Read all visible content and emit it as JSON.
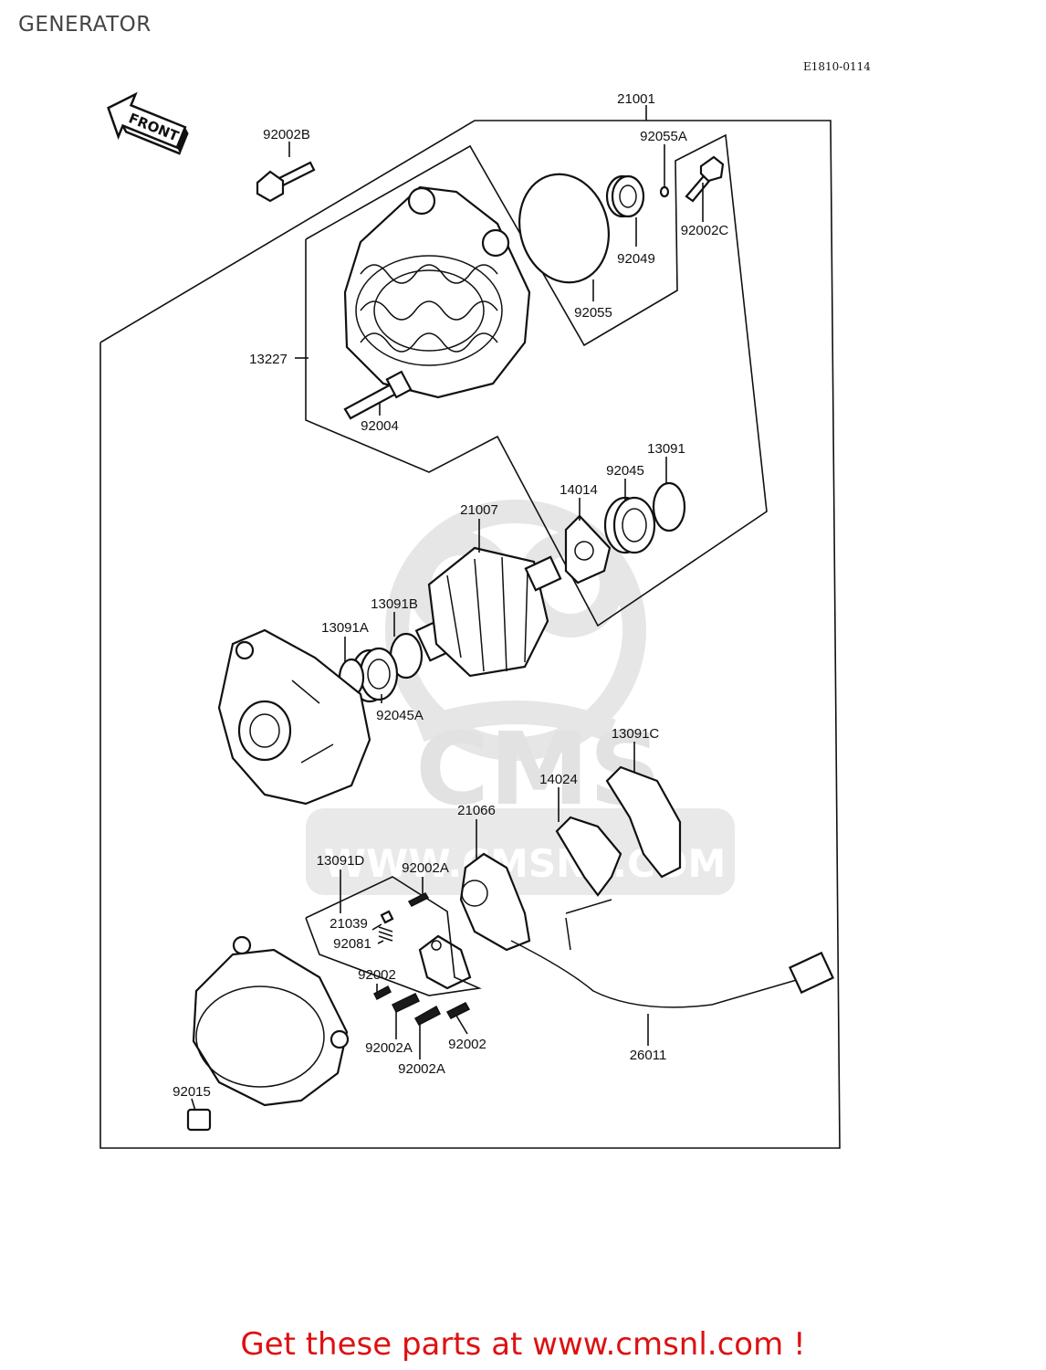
{
  "page": {
    "title": "GENERATOR"
  },
  "diagram": {
    "ref_code": "E1810-0114",
    "front_arrow_label": "FRONT",
    "parts": [
      {
        "id": "21001",
        "label": "21001"
      },
      {
        "id": "92002B",
        "label": "92002B"
      },
      {
        "id": "92055A",
        "label": "92055A"
      },
      {
        "id": "92002C",
        "label": "92002C"
      },
      {
        "id": "92049",
        "label": "92049"
      },
      {
        "id": "92055",
        "label": "92055"
      },
      {
        "id": "13227",
        "label": "13227"
      },
      {
        "id": "92004",
        "label": "92004"
      },
      {
        "id": "13091",
        "label": "13091"
      },
      {
        "id": "92045",
        "label": "92045"
      },
      {
        "id": "14014",
        "label": "14014"
      },
      {
        "id": "21007",
        "label": "21007"
      },
      {
        "id": "13091B",
        "label": "13091B"
      },
      {
        "id": "13091A",
        "label": "13091A"
      },
      {
        "id": "92045A",
        "label": "92045A"
      },
      {
        "id": "13091C",
        "label": "13091C"
      },
      {
        "id": "14024",
        "label": "14024"
      },
      {
        "id": "21066",
        "label": "21066"
      },
      {
        "id": "13091D",
        "label": "13091D"
      },
      {
        "id": "92002A_top",
        "label": "92002A"
      },
      {
        "id": "21039",
        "label": "21039"
      },
      {
        "id": "92081",
        "label": "92081"
      },
      {
        "id": "92002_left",
        "label": "92002"
      },
      {
        "id": "92002A_left",
        "label": "92002A"
      },
      {
        "id": "92002_right",
        "label": "92002"
      },
      {
        "id": "92002A_bottom",
        "label": "92002A"
      },
      {
        "id": "26011",
        "label": "26011"
      },
      {
        "id": "92015",
        "label": "92015"
      }
    ],
    "watermark": {
      "brand": "CMS",
      "url_text": "WWW.CMSNL.COM"
    }
  },
  "footer": {
    "promo": "Get these parts at www.cmsnl.com !"
  },
  "colors": {
    "promo": "#dd1111",
    "line": "#111111",
    "watermark": "#e6e6e6"
  }
}
